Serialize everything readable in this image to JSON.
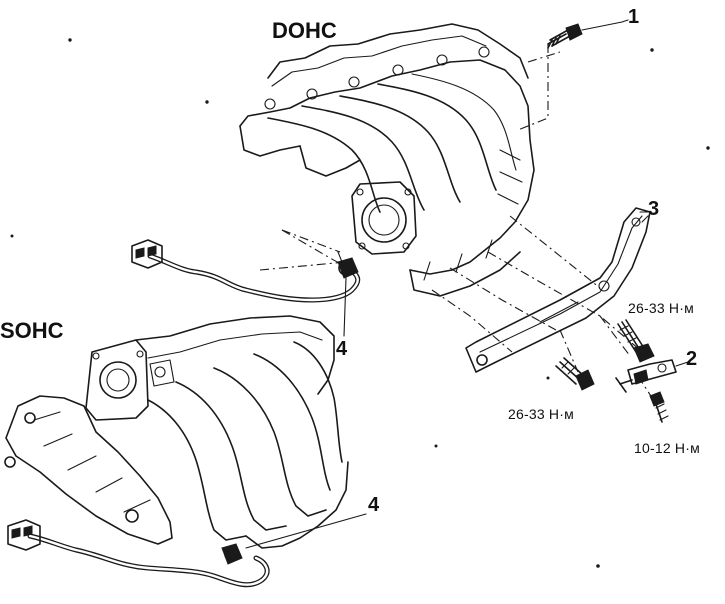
{
  "labels": {
    "dohc": "DOHC",
    "sohc": "SOHC"
  },
  "callouts": {
    "c1": "1",
    "c2": "2",
    "c3": "3",
    "c4_upper": "4",
    "c4_lower": "4"
  },
  "torques": {
    "bracket_bolt_right": "26-33 Н·м",
    "bracket_bolt_left": "26-33 Н·м",
    "sensor_bolt": "10-12 Н·м"
  },
  "colors": {
    "ink": "#1a1a1a",
    "background": "#ffffff"
  }
}
